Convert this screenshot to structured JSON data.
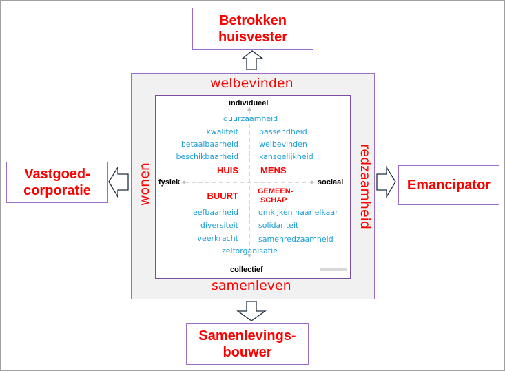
{
  "roles": {
    "top": "Betrokken huisvester",
    "left_line1": "Vastgoed-",
    "left_line2": "corporatie",
    "right": "Emancipator",
    "bottom_line1": "Samenlevings-",
    "bottom_line2": "bouwer",
    "top_line1": "Betrokken",
    "top_line2": "huisvester"
  },
  "frame_labels": {
    "top": "welbevinden",
    "left": "wonen",
    "right": "redzaamheid",
    "bottom": "samenleven"
  },
  "axes": {
    "top": "individueel",
    "bottom": "collectief",
    "left": "fysiek",
    "right": "sociaal"
  },
  "quadrants": {
    "huis": "HUIS",
    "mens": "MENS",
    "buurt": "BUURT",
    "gemeenschap_line1": "GEMEEN-",
    "gemeenschap_line2": "SCHAP"
  },
  "center_top": "duurzaamheid",
  "center_bottom": "zelforganisatie",
  "huis_items": [
    "kwaliteit",
    "betaalbaarheid",
    "beschikbaarheid"
  ],
  "mens_items": [
    "passendheid",
    "welbevinden",
    "kansgelijkheid"
  ],
  "buurt_items": [
    "leefbaarheid",
    "diversiteit",
    "veerkracht"
  ],
  "gemeenschap_items": [
    "omkijken naar elkaar",
    "solidariteit",
    "samenredzaamheid"
  ],
  "colors": {
    "role_text": "#ff0000",
    "item_text": "#1e9fd6",
    "border": "#9b6fc7",
    "frame_fill": "#f1f1f1"
  }
}
